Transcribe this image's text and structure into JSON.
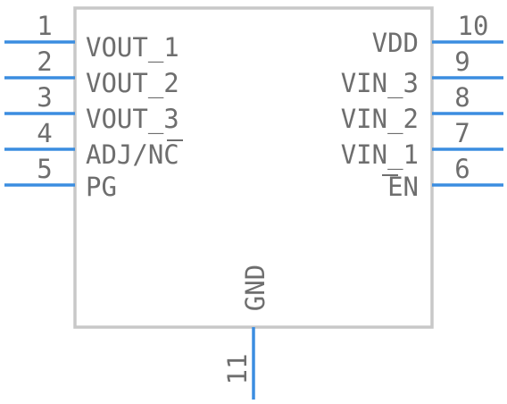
{
  "component": {
    "left_pins": [
      {
        "number": "1",
        "label": "VOUT_1"
      },
      {
        "number": "2",
        "label": "VOUT_2"
      },
      {
        "number": "3",
        "label": "VOUT_3"
      },
      {
        "number": "4",
        "label": "ADJ/NC"
      },
      {
        "number": "5",
        "label": "PG"
      }
    ],
    "right_pins": [
      {
        "number": "10",
        "label": "VDD"
      },
      {
        "number": "9",
        "label": "VIN_3"
      },
      {
        "number": "8",
        "label": "VIN_2"
      },
      {
        "number": "7",
        "label": "VIN_1"
      },
      {
        "number": "6",
        "label": "EN"
      }
    ],
    "bottom_pins": [
      {
        "number": "11",
        "label": "GND"
      }
    ]
  },
  "colors": {
    "pin": "#3b8de0",
    "body_outline": "#c8c8c8",
    "text": "#6e6e6e"
  }
}
